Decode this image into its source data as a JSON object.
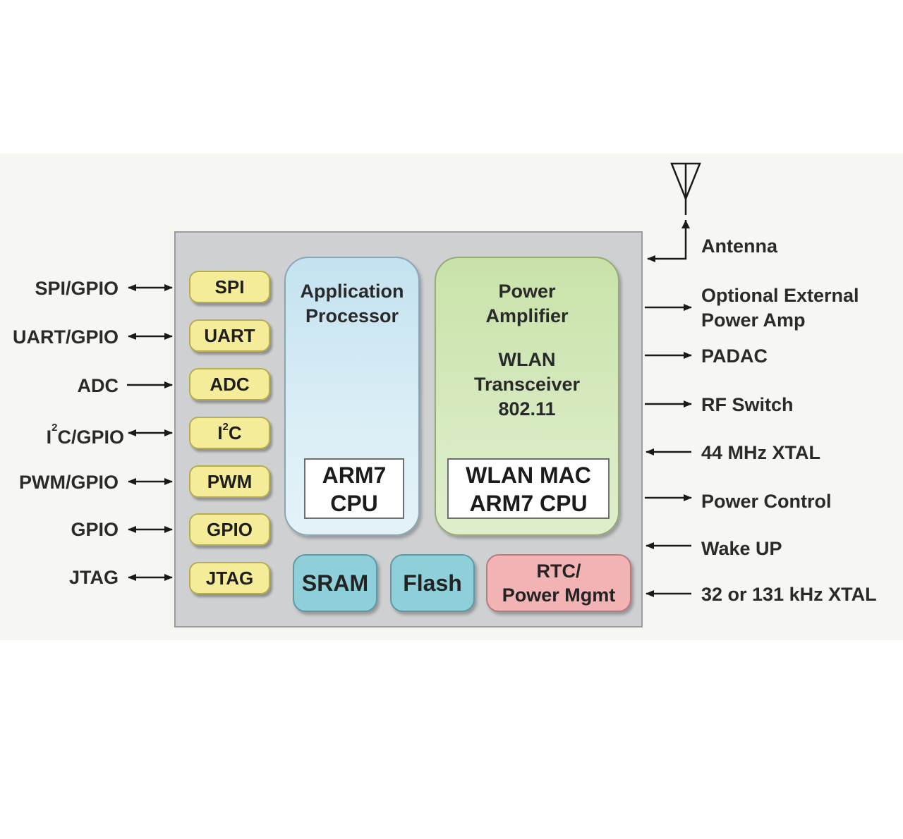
{
  "diagram": {
    "left_interfaces": [
      {
        "label": "SPI/GPIO",
        "block": "SPI",
        "direction": "bidirectional"
      },
      {
        "label": "UART/GPIO",
        "block": "UART",
        "direction": "bidirectional"
      },
      {
        "label": "ADC",
        "block": "ADC",
        "direction": "in"
      },
      {
        "label_pre": "I",
        "label_sup": "2",
        "label_post": "C/GPIO",
        "block_pre": "I",
        "block_sup": "2",
        "block_post": "C",
        "direction": "bidirectional"
      },
      {
        "label": "PWM/GPIO",
        "block": "PWM",
        "direction": "bidirectional"
      },
      {
        "label": "GPIO",
        "block": "GPIO",
        "direction": "bidirectional"
      },
      {
        "label": "JTAG",
        "block": "JTAG",
        "direction": "bidirectional"
      }
    ],
    "app_processor": {
      "title_line1": "Application",
      "title_line2": "Processor",
      "cpu_line1": "ARM7",
      "cpu_line2": "CPU"
    },
    "wlan": {
      "line1": "Power",
      "line2": "Amplifier",
      "line3": "WLAN",
      "line4": "Transceiver",
      "line5": "802.11",
      "cpu_line1": "WLAN MAC",
      "cpu_line2": "ARM7 CPU"
    },
    "memory": {
      "sram": "SRAM",
      "flash": "Flash",
      "rtc_line1": "RTC/",
      "rtc_line2": "Power Mgmt"
    },
    "right_signals": [
      {
        "label": "Antenna",
        "direction": "in"
      },
      {
        "label_line1": "Optional External",
        "label_line2": "Power Amp",
        "direction": "out"
      },
      {
        "label": "PADAC",
        "direction": "out"
      },
      {
        "label": "RF Switch",
        "direction": "out"
      },
      {
        "label": "44 MHz XTAL",
        "direction": "in"
      },
      {
        "label": "Power Control",
        "direction": "out"
      },
      {
        "label": "Wake UP",
        "direction": "in"
      },
      {
        "label": "32 or 131 kHz XTAL",
        "direction": "in"
      }
    ],
    "colors": {
      "chip_body": "#cfd0d2",
      "interface_block": "#f5ec9a",
      "app_processor": "#c4e2f0",
      "wlan_block": "#c9e2a9",
      "memory_block": "#8fcfd9",
      "rtc_block": "#f2b3b5"
    }
  }
}
